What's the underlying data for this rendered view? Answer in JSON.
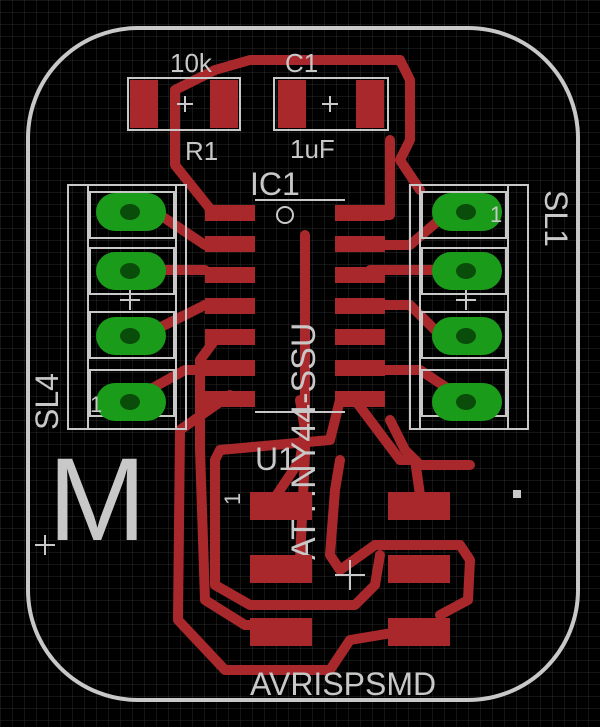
{
  "board": {
    "colors": {
      "background": "#000000",
      "grid": "#2a2a2a",
      "copper": "#a8282b",
      "through_hole": "#1a9b1a",
      "silkscreen": "#c8c8c8"
    },
    "labels": {
      "r1_value": "10k",
      "r1_name": "R1",
      "c1_name": "C1",
      "c1_value": "1uF",
      "ic1_name": "IC1",
      "ic1_part": "ATTINY44-SSU",
      "sl1_name": "SL1",
      "sl4_name": "SL4",
      "u1_name": "U1",
      "pin_one": "1",
      "logo": "M",
      "connector_part": "AVRISPSMD"
    }
  }
}
